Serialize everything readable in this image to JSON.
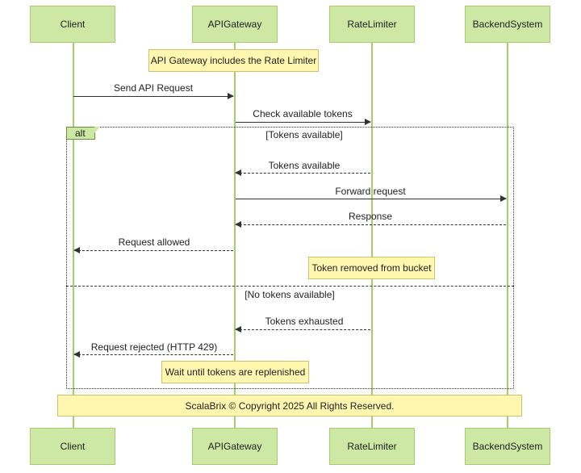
{
  "actors": {
    "client": "Client",
    "gateway": "APIGateway",
    "limiter": "RateLimiter",
    "backend": "BackendSystem"
  },
  "notes": {
    "includes": "API Gateway includes the Rate Limiter",
    "token_removed": "Token removed from bucket",
    "wait": "Wait until tokens are replenished",
    "copyright": "ScalaBrix © Copyright 2025 All Rights Reserved."
  },
  "alt": {
    "label": "alt",
    "condition_1": "[Tokens available]",
    "condition_2": "[No tokens available]"
  },
  "messages": {
    "send_request": "Send API Request",
    "check_tokens": "Check available tokens",
    "tokens_available": "Tokens available",
    "forward_request": "Forward request",
    "response": "Response",
    "request_allowed": "Request allowed",
    "tokens_exhausted": "Tokens exhausted",
    "request_rejected": "Request rejected (HTTP 429)"
  },
  "colors": {
    "actor_fill": "#cde8a4",
    "note_fill": "#fff7b0",
    "lifeline": "#a8cc6a"
  }
}
